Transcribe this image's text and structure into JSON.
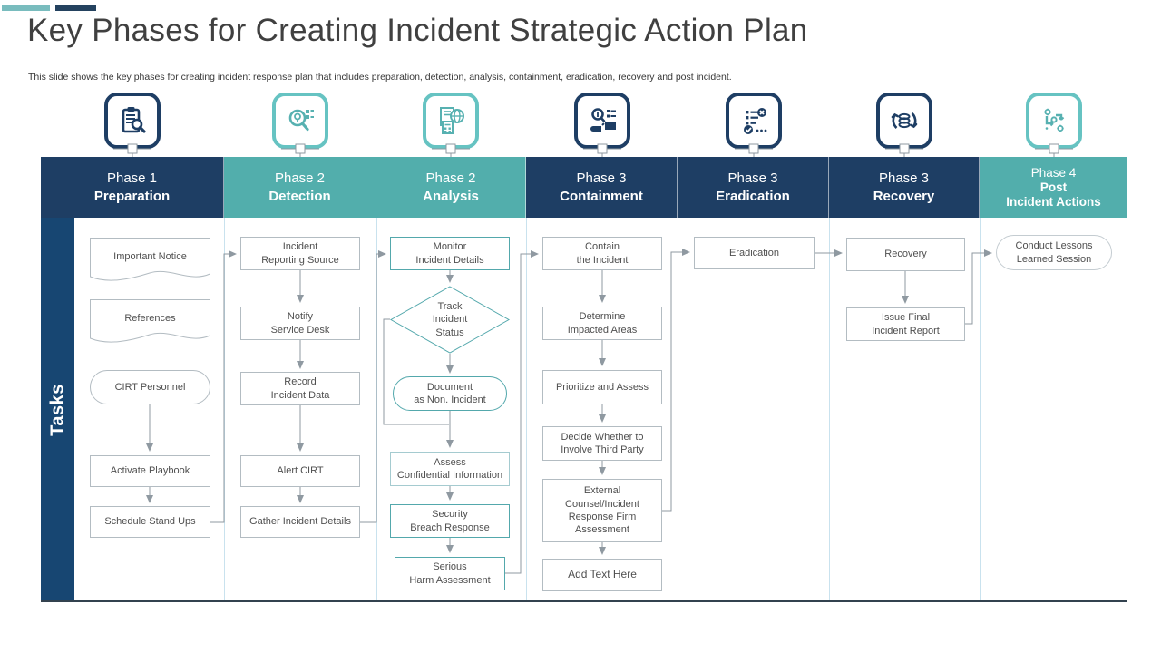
{
  "slide": {
    "title": "Key Phases for Creating Incident Strategic Action Plan",
    "subtitle": "This slide shows the key phases for creating incident response plan that includes preparation, detection, analysis, containment, eradication, recovery and post incident.",
    "tasks_label": "Tasks"
  },
  "colors": {
    "navy_header": "#1E3E64",
    "teal_header": "#52AEAC",
    "tasks_bar_navy": "#174672",
    "icon_teal_border": "#66C3C2",
    "box_border_gray": "#B3BCC2",
    "box_border_teal": "#53A8AC",
    "connector_gray": "#8F99A1",
    "column_separator": "#C9E2EE",
    "accent_teal": "#79BCBE",
    "accent_navy": "#24425F"
  },
  "phases": [
    {
      "line1": "Phase 1",
      "line2": "Preparation",
      "icon": "clipboard-search-icon"
    },
    {
      "line1": "Phase 2",
      "line2": "Detection",
      "icon": "magnifier-bulb-icon"
    },
    {
      "line1": "Phase 2",
      "line2": "Analysis",
      "icon": "document-calculator-globe-icon"
    },
    {
      "line1": "Phase 3",
      "line2": "Containment",
      "icon": "inspect-list-icon"
    },
    {
      "line1": "Phase 3",
      "line2": "Eradication",
      "icon": "checklist-remove-icon"
    },
    {
      "line1": "Phase 3",
      "line2": "Recovery",
      "icon": "sync-coins-icon"
    },
    {
      "line1": "Phase 4",
      "line2": "Post\nIncident Actions",
      "icon": "process-flow-gears-icon"
    }
  ],
  "columns": [
    {
      "tasks": [
        "Important Notice",
        "References",
        "CIRT Personnel",
        "Activate Playbook",
        "Schedule Stand Ups"
      ]
    },
    {
      "tasks": [
        "Incident\nReporting Source",
        "Notify\nService Desk",
        "Record\nIncident Data",
        "Alert CIRT",
        "Gather Incident Details"
      ]
    },
    {
      "tasks": [
        "Monitor\nIncident Details",
        "Track\nIncident\nStatus",
        "Document\nas Non. Incident",
        "Assess\nConfidential Information",
        "Security\nBreach Response",
        "Serious\nHarm Assessment"
      ]
    },
    {
      "tasks": [
        "Contain\nthe Incident",
        "Determine\nImpacted Areas",
        "Prioritize and Assess",
        "Decide Whether to\nInvolve Third Party",
        "External\nCounsel/Incident\nResponse Firm\nAssessment",
        "Add Text Here"
      ]
    },
    {
      "tasks": [
        "Eradication"
      ]
    },
    {
      "tasks": [
        "Recovery",
        "Issue Final\nIncident Report"
      ]
    },
    {
      "tasks": [
        "Conduct Lessons\nLearned Session"
      ]
    }
  ]
}
